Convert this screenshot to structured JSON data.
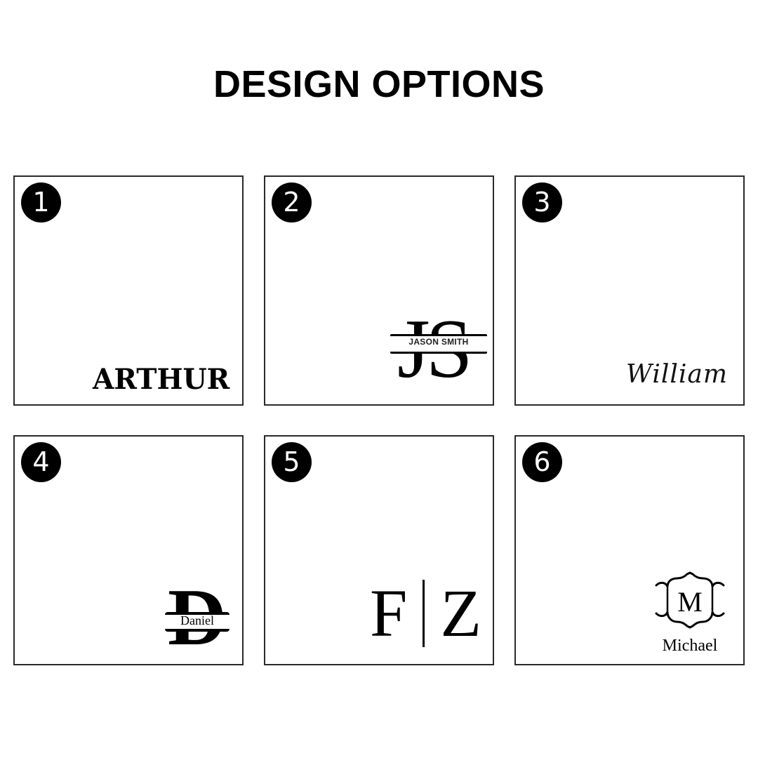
{
  "title": "DESIGN OPTIONS",
  "options": [
    {
      "number": "1",
      "text": "ARTHUR",
      "style": "bold serif name"
    },
    {
      "number": "2",
      "monogram": "JS",
      "name": "JASON SMITH",
      "style": "split monogram"
    },
    {
      "number": "3",
      "text": "William",
      "style": "script name"
    },
    {
      "number": "4",
      "monogram": "D",
      "name": "Daniel",
      "style": "split letter"
    },
    {
      "number": "5",
      "left": "F",
      "right": "Z",
      "style": "initials with divider"
    },
    {
      "number": "6",
      "monogram": "M",
      "name": "Michael",
      "style": "framed monogram"
    }
  ],
  "colors": {
    "text": "#000000",
    "border": "#2a2a2a",
    "background": "#ffffff",
    "badge_bg": "#000000",
    "badge_text": "#ffffff"
  }
}
